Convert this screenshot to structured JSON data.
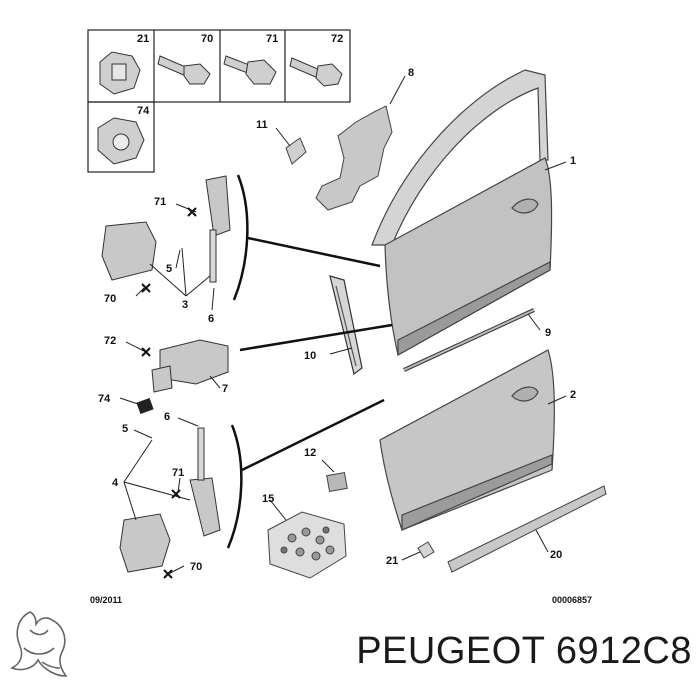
{
  "callouts": {
    "c21_box": "21",
    "c70_box": "70",
    "c71_box": "71",
    "c72_box": "72",
    "c74_box": "74",
    "c8": "8",
    "c11": "11",
    "c1": "1",
    "c9": "9",
    "c2": "2",
    "c10": "10",
    "c71_a": "71",
    "c5_a": "5",
    "c70_a": "70",
    "c3": "3",
    "c6_a": "6",
    "c72": "72",
    "c7": "7",
    "c74": "74",
    "c6_b": "6",
    "c5_b": "5",
    "c4": "4",
    "c71_b": "71",
    "c70_b": "70",
    "c12": "12",
    "c15": "15",
    "c21": "21",
    "c20": "20"
  },
  "footer": {
    "date_code": "09/2011",
    "ref_code": "00006857"
  },
  "brand": {
    "text": "PEUGEOT 6912C8"
  },
  "colors": {
    "part_fill": "#c8c8c8",
    "line": "#222222"
  },
  "icons": [
    "peugeot-lion-logo"
  ]
}
